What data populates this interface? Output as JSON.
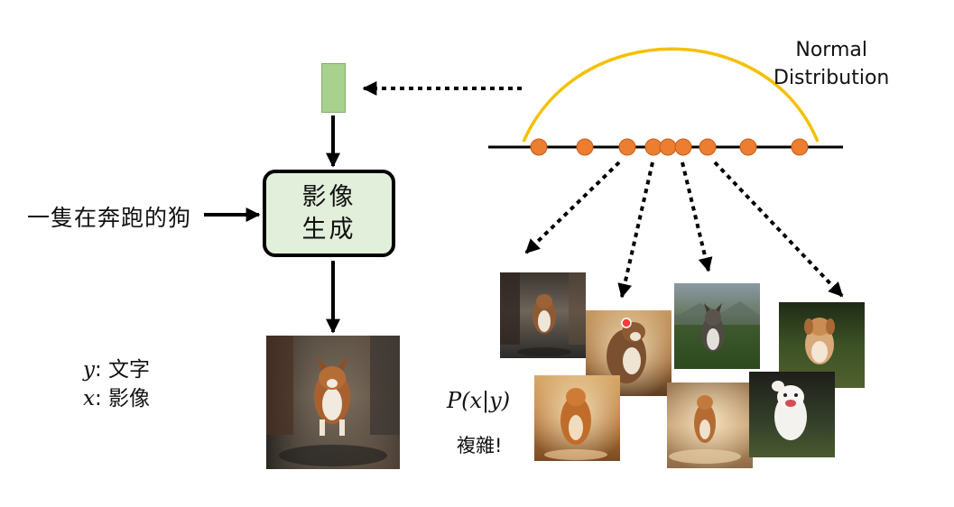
{
  "input_text": "一隻在奔跑的狗",
  "generator": {
    "line1": "影像",
    "line2": "生成"
  },
  "legend": {
    "y_symbol": "y",
    "y_text": ": 文字",
    "x_symbol": "x",
    "x_text": ": 影像"
  },
  "formula": "P(x|y)",
  "complex_label": "複雜!",
  "distribution": {
    "line1": "Normal",
    "line2": "Distribution"
  },
  "colors": {
    "curve": "#f5c000",
    "sample_dot": "#ed7d31",
    "latent_vector": "#a9d18e",
    "generator_box": "#e2efda"
  },
  "samples": {
    "count_shown": 9
  },
  "images": [
    {
      "name": "output-dog-image",
      "scene": "brown-white dog running on city street"
    },
    {
      "name": "sample-dog-1",
      "scene": "dog running on city street"
    },
    {
      "name": "sample-dog-2",
      "scene": "long-haired dog running in dust"
    },
    {
      "name": "sample-dog-3",
      "scene": "husky running on grassy field"
    },
    {
      "name": "sample-dog-4",
      "scene": "fluffy puppy running on grass"
    },
    {
      "name": "sample-dog-5",
      "scene": "golden dog running in dusty light"
    },
    {
      "name": "sample-dog-6",
      "scene": "dog running toward camera in sand"
    },
    {
      "name": "sample-dog-7",
      "scene": "white fluffy dog running on grass"
    }
  ]
}
